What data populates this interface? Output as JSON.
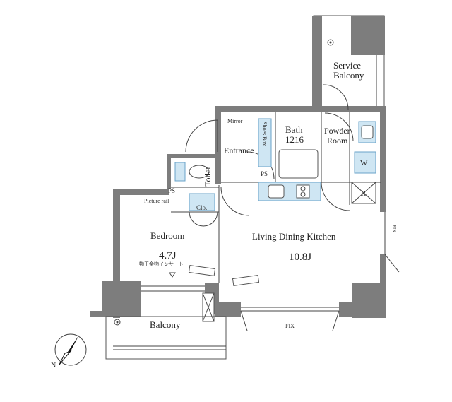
{
  "rooms": {
    "service_balcony_line1": "Service",
    "service_balcony_line2": "Balcony",
    "bath_line1": "Bath",
    "bath_line2": "1216",
    "powder_line1": "Powder",
    "powder_line2": "Room",
    "entrance": "Entrance",
    "toilet": "Toilet",
    "bedroom": "Bedroom",
    "bedroom_size": "4.7J",
    "ldk": "Living Dining Kitchen",
    "ldk_size": "10.8J",
    "balcony": "Balcony"
  },
  "fixtures": {
    "mirror": "Mirror",
    "shoes_box": "Shoes Box",
    "ps_entrance": "PS",
    "ps_bedroom": "PS",
    "picture_rail": "Picture rail",
    "closet": "Clo.",
    "laundry": "W",
    "refrigerator": "R",
    "hanger_pipe": "物干金物インサート",
    "fix_window": "FIX",
    "side_window": "FIX"
  },
  "colors": {
    "wall": "#7d7d7d",
    "fixture_blue": "#cfe6f3"
  },
  "compass": "N"
}
